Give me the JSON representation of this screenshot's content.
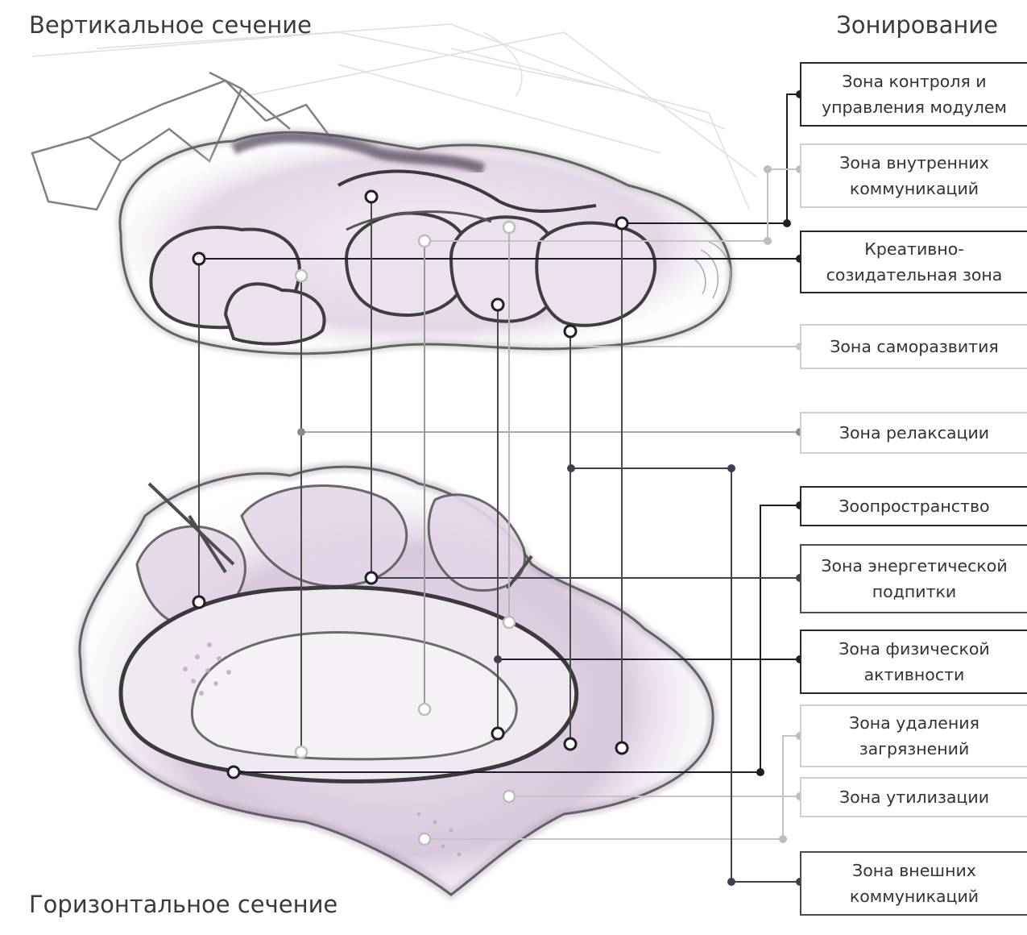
{
  "titles": {
    "vertical_section": "Вертикальное сечение",
    "horizontal_section": "Горизонтальное сечение",
    "zoning": "Зонирование"
  },
  "zones": [
    {
      "label": "Зона контроля и управления модулем",
      "lines": [
        "Зона контроля и",
        "управления модулем"
      ],
      "style": "dark"
    },
    {
      "label": "Зона внутренних коммуникаций",
      "lines": [
        "Зона внутренних",
        "коммуникаций"
      ],
      "style": "light"
    },
    {
      "label": "Креативно-созидательная зона",
      "lines": [
        "Креативно-",
        "созидательная зона"
      ],
      "style": "dark"
    },
    {
      "label": "Зона саморазвития",
      "lines": [
        "Зона саморазвития"
      ],
      "style": "light"
    },
    {
      "label": "Зона релаксации",
      "lines": [
        "Зона релаксации"
      ],
      "style": "light"
    },
    {
      "label": "Зоопространство",
      "lines": [
        "Зоопространство"
      ],
      "style": "dark"
    },
    {
      "label": "Зона энергетической подпитки",
      "lines": [
        "Зона энергетической",
        "подпитки"
      ],
      "style": "medium"
    },
    {
      "label": "Зона физической активности",
      "lines": [
        "Зона физической",
        "активности"
      ],
      "style": "dark"
    },
    {
      "label": "Зона удаления загрязнений",
      "lines": [
        "Зона удаления",
        "загрязнений"
      ],
      "style": "light"
    },
    {
      "label": "Зона утилизации",
      "lines": [
        "Зона утилизации"
      ],
      "style": "light"
    },
    {
      "label": "Зона внешних коммуникаций",
      "lines": [
        "Зона внешних",
        "коммуникаций"
      ],
      "style": "medium"
    }
  ],
  "colors": {
    "dark": "#1e1e26",
    "medium": "#3f3f52",
    "light": "#c4c4c4",
    "lilac": "#d9c8de",
    "lilac_dark": "#8e7a95"
  }
}
